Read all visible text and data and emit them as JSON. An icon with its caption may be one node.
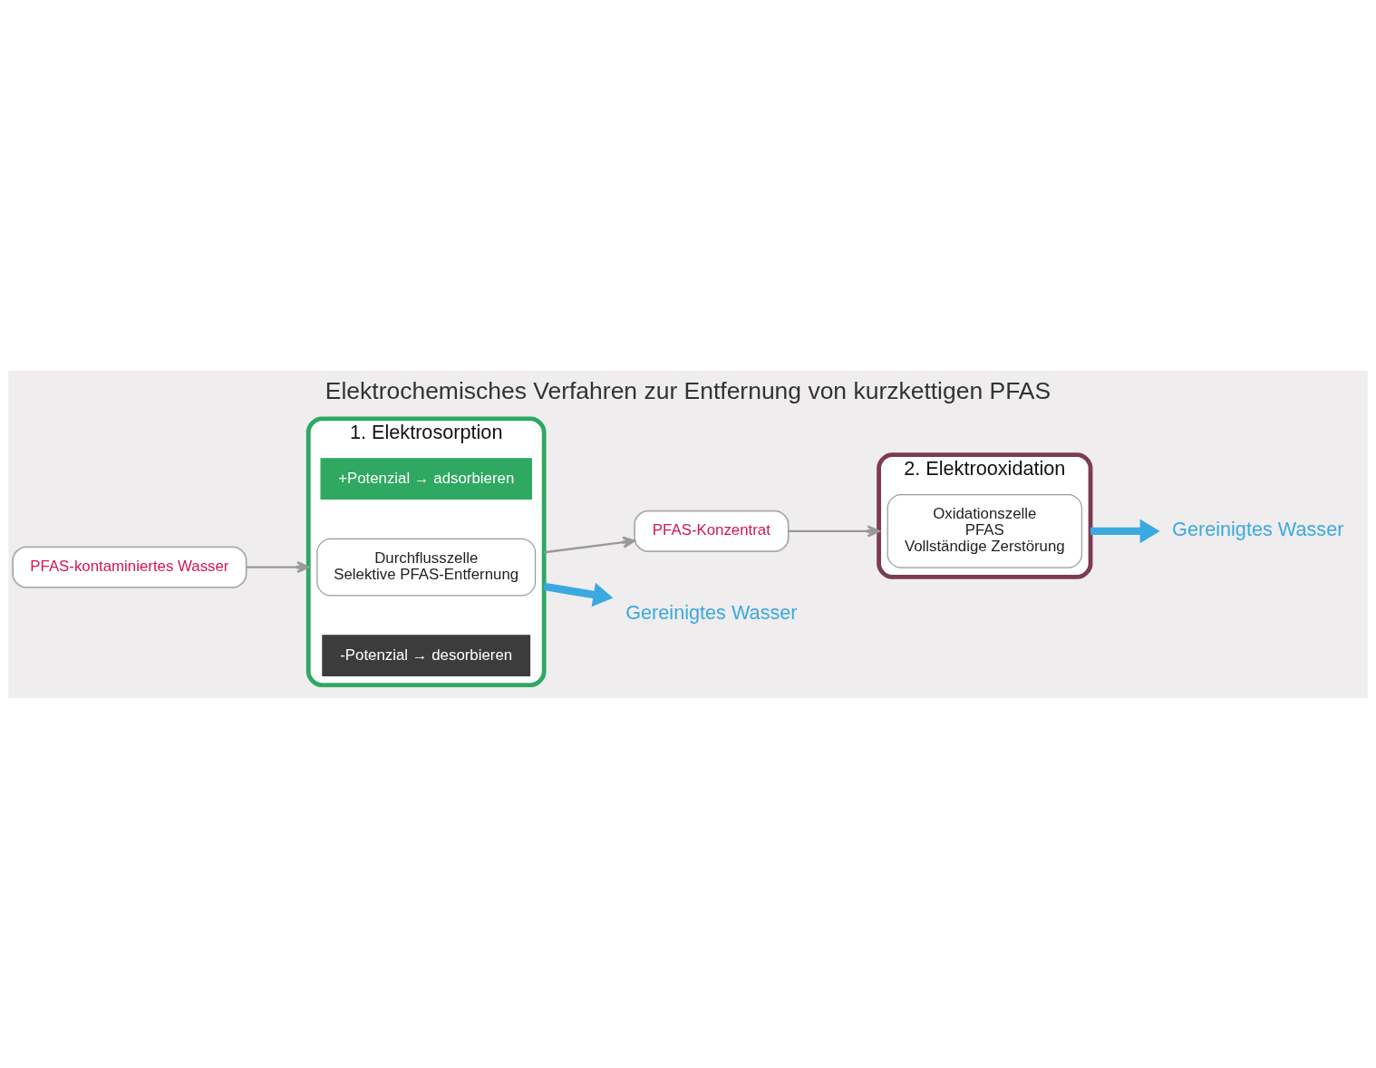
{
  "diagram": {
    "title": "Elektrochemisches Verfahren zur Entfernung von kurzkettigen PFAS",
    "nodes": [
      {
        "text": [
          "PFAS-kontaminiertes Wasser"
        ]
      },
      {
        "text": [
          "1. Elektrosorption"
        ]
      },
      {
        "text": [
          "+Potenzial → adsorbieren"
        ],
        "in": 1
      },
      {
        "text": [
          "Durchflusszelle",
          "Selektive PFAS-Entfernung"
        ],
        "in": 1
      },
      {
        "text": [
          "-Potenzial → desorbieren"
        ],
        "in": 1
      },
      {
        "text": [
          "PFAS-Konzentrat"
        ]
      },
      {
        "text": [
          "2. Elektrooxidation"
        ]
      },
      {
        "text": [
          "Oxidationszelle",
          "PFAS",
          "Vollständige Zerstörung"
        ],
        "in": 6
      },
      {
        "text": [
          "Gereinigtes Wasser"
        ]
      },
      {
        "text": [
          "Gereinigtes Wasser"
        ]
      }
    ],
    "edges": [
      {
        "from": 0,
        "to": 1,
        "arrow": "to"
      },
      {
        "from": 1,
        "to": 5,
        "arrow": "to"
      },
      {
        "from": 5,
        "to": 6,
        "arrow": "to"
      },
      {
        "from": 1,
        "to": 8,
        "arrow": "to",
        "style": "thick",
        "color": "#3ba9e0"
      },
      {
        "from": 6,
        "to": 9,
        "arrow": "to",
        "style": "thick",
        "color": "#3ba9e0"
      }
    ]
  }
}
